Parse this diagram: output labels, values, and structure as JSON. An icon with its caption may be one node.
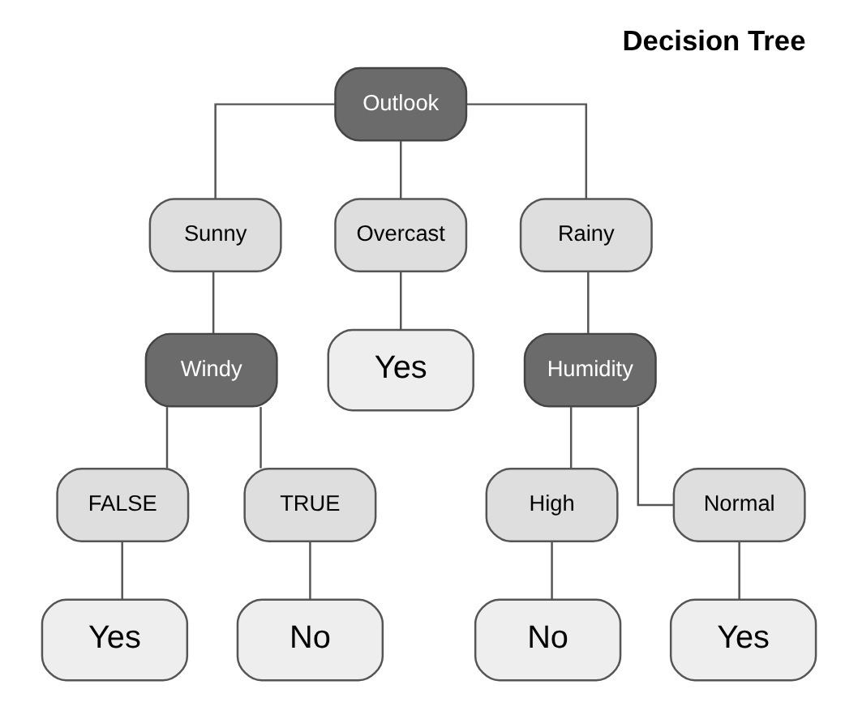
{
  "diagram": {
    "title": "Decision Tree",
    "nodes": [
      {
        "text": [
          "Outlook"
        ]
      },
      {
        "text": [
          "Sunny"
        ]
      },
      {
        "text": [
          "Overcast"
        ]
      },
      {
        "text": [
          "Rainy"
        ]
      },
      {
        "text": [
          "Windy"
        ]
      },
      {
        "text": [
          "Yes"
        ]
      },
      {
        "text": [
          "Humidity"
        ]
      },
      {
        "text": [
          "FALSE"
        ]
      },
      {
        "text": [
          "TRUE"
        ]
      },
      {
        "text": [
          "High"
        ]
      },
      {
        "text": [
          "Normal"
        ]
      },
      {
        "text": [
          "Yes"
        ]
      },
      {
        "text": [
          "No"
        ]
      },
      {
        "text": [
          "No"
        ]
      },
      {
        "text": [
          "Yes"
        ]
      }
    ],
    "edges": [
      {
        "from": 0,
        "to": 1,
        "arrow": "none"
      },
      {
        "from": 0,
        "to": 2,
        "arrow": "none"
      },
      {
        "from": 0,
        "to": 3,
        "arrow": "none"
      },
      {
        "from": 1,
        "to": 4,
        "arrow": "none"
      },
      {
        "from": 2,
        "to": 5,
        "arrow": "none"
      },
      {
        "from": 3,
        "to": 6,
        "arrow": "none"
      },
      {
        "from": 4,
        "to": 7,
        "arrow": "none"
      },
      {
        "from": 4,
        "to": 8,
        "arrow": "none"
      },
      {
        "from": 6,
        "to": 9,
        "arrow": "none"
      },
      {
        "from": 6,
        "to": 10,
        "arrow": "none"
      },
      {
        "from": 7,
        "to": 11,
        "arrow": "none"
      },
      {
        "from": 8,
        "to": 12,
        "arrow": "none"
      },
      {
        "from": 9,
        "to": 13,
        "arrow": "none"
      },
      {
        "from": 10,
        "to": 14,
        "arrow": "none"
      }
    ]
  }
}
